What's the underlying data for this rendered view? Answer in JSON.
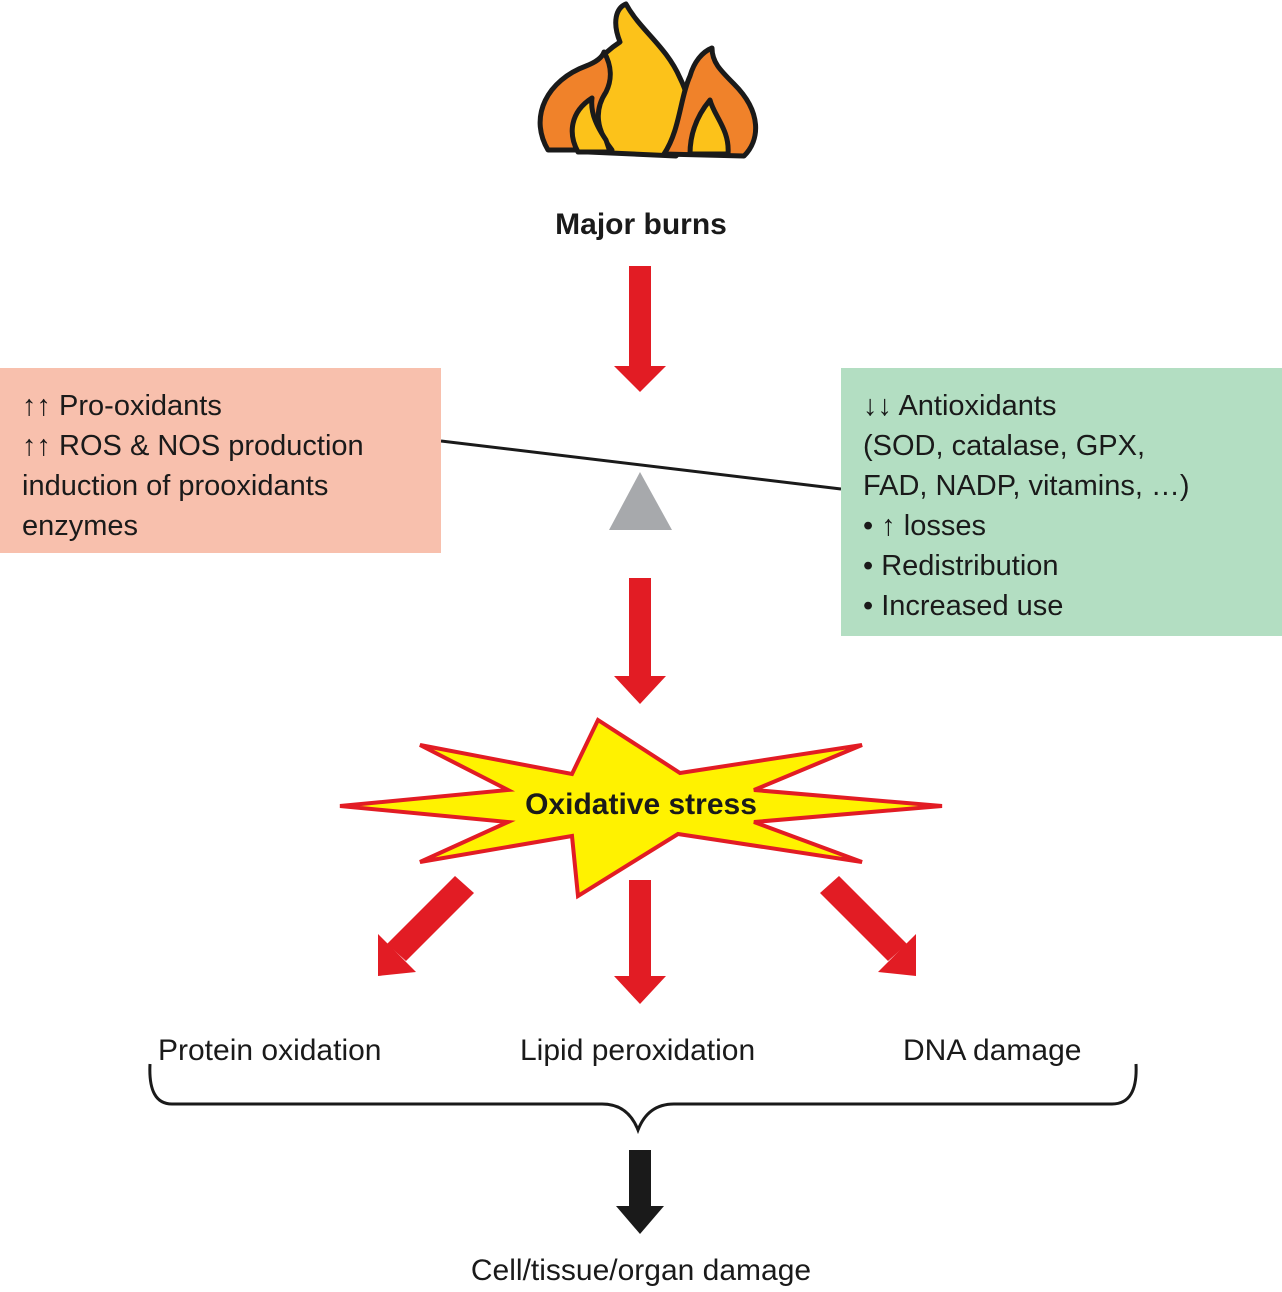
{
  "title": "Major burns",
  "pro_oxidants": {
    "lines": [
      "↑↑ Pro-oxidants",
      "↑↑ ROS & NOS production",
      "induction of prooxidants",
      "enzymes"
    ]
  },
  "antioxidants": {
    "lines": [
      "↓↓ Antioxidants",
      "(SOD, catalase, GPX,",
      "FAD, NADP, vitamins, …)",
      "• ↑ losses",
      "• Redistribution",
      "• Increased use"
    ]
  },
  "center": "Oxidative stress",
  "outcomes": [
    "Protein oxidation",
    "Lipid peroxidation",
    "DNA damage"
  ],
  "final": "Cell/tissue/organ damage",
  "colors": {
    "arrow_red": "#e21c24",
    "arrow_black": "#1a1a1a",
    "pro_box": "#f8c0ad",
    "anti_box": "#b3dec2",
    "star_fill": "#fff200",
    "star_stroke": "#e21c24",
    "flame_orange": "#f0822a",
    "flame_yellow": "#fcc21a",
    "fulcrum": "#a7a9ac"
  }
}
